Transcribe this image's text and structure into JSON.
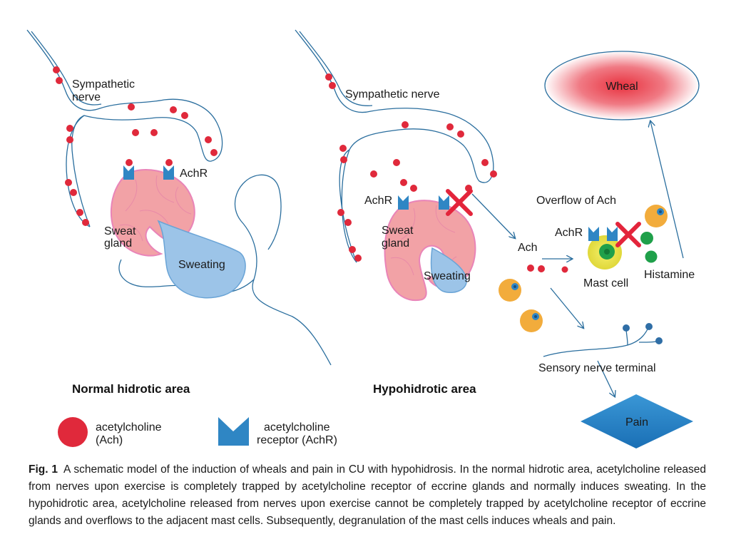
{
  "colors": {
    "nerve": "#2a6e9e",
    "ach_dot": "#e0293b",
    "receptor": "#2f86c4",
    "gland_fill": "#f2a2a6",
    "gland_edge": "#e984b8",
    "sweat": "#9cc4e8",
    "block_x": "#e3243b",
    "mast_cell": "#e8e04a",
    "mast_nucleus": "#1fa04a",
    "histamine": "#1fa04a",
    "other_cell": "#f2ac3c",
    "wheal": "#e8323f",
    "pain": "#1f7cc4"
  },
  "normal": {
    "title": "Normal hidrotic area",
    "nerve_label_line1": "Sympathetic",
    "nerve_label_line2": "nerve",
    "receptor_label": "AchR",
    "gland_label_line1": "Sweat",
    "gland_label_line2": "gland",
    "sweat_label": "Sweating"
  },
  "hypo": {
    "title": "Hypohidrotic area",
    "nerve_label": "Sympathetic nerve",
    "receptor_label": "AchR",
    "gland_label_line1": "Sweat",
    "gland_label_line2": "gland",
    "sweat_label": "Sweating",
    "ach_label": "Ach",
    "overflow_label": "Overflow of Ach",
    "mast_receptor_label": "AchR",
    "mast_cell_label": "Mast cell",
    "histamine_label": "Histamine",
    "wheal_label": "Wheal",
    "sensory_label": "Sensory nerve terminal",
    "pain_label": "Pain"
  },
  "legend": {
    "ach_line1": "acetylcholine",
    "ach_line2": "(Ach)",
    "achr_line1": "acetylcholine",
    "achr_line2": "receptor (AchR)"
  },
  "caption": {
    "label": "Fig. 1",
    "text": "A schematic model of the induction of wheals and pain in CU with hypohidrosis. In the normal hidrotic area, acetylcholine released from nerves upon exercise is completely trapped by acetylcholine receptor of eccrine glands and normally induces sweating. In the hypohidrotic area, acetylcholine released from nerves upon exercise cannot be completely trapped by acetylcholine receptor of eccrine glands and overflows to the adjacent mast cells. Subsequently, degranulation of the mast cells induces wheals and pain."
  }
}
